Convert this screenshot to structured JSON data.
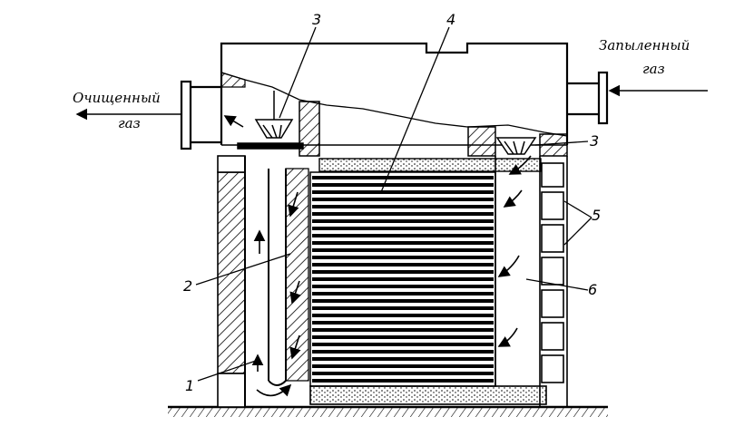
{
  "labels": {
    "inlet_line1": "Запыленный",
    "inlet_line2": "газ",
    "outlet_line1": "Очищенный",
    "outlet_line2": "газ"
  },
  "callouts": {
    "n1": "1",
    "n2": "2",
    "n3_top": "3",
    "n3_right": "3",
    "n4": "4",
    "n5": "5",
    "n6": "6"
  }
}
